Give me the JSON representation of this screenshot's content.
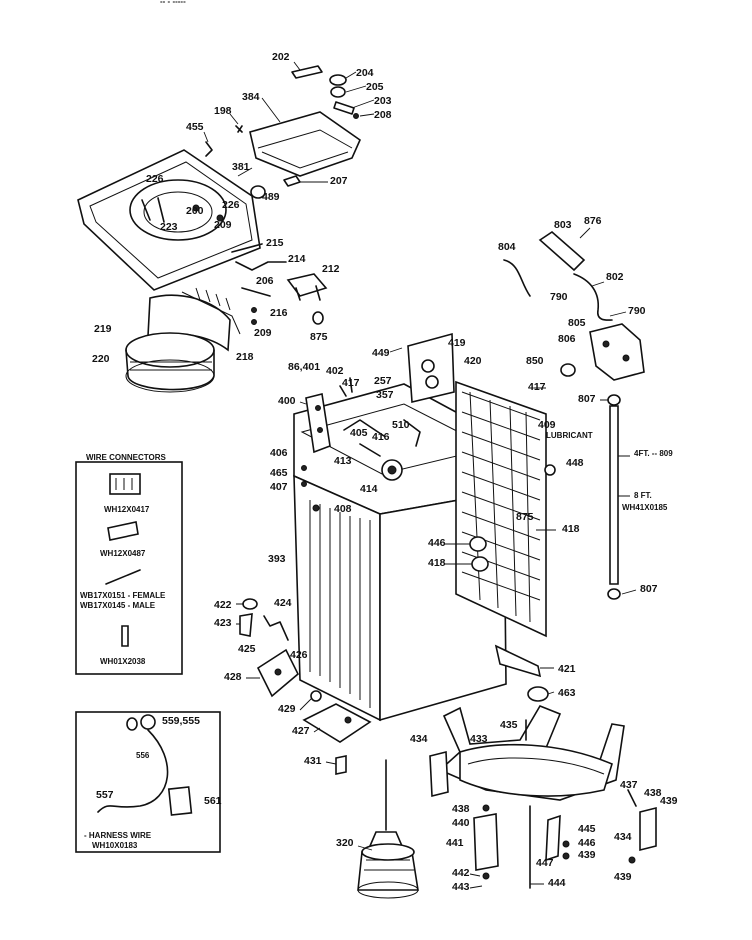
{
  "title_fragment": "-- - -----",
  "labels": {
    "l202": "202",
    "l204": "204",
    "l205": "205",
    "l203": "203",
    "l208": "208",
    "l384": "384",
    "l198": "198",
    "l455": "455",
    "l381": "381",
    "l207": "207",
    "l489": "489",
    "l226a": "226",
    "l226b": "226",
    "l223": "223",
    "l200": "200",
    "l209a": "209",
    "l215": "215",
    "l214": "214",
    "l206": "206",
    "l212": "212",
    "l216": "216",
    "l209b": "209",
    "l218": "218",
    "l875a": "875",
    "l219": "219",
    "l220": "220",
    "l803": "803",
    "l876": "876",
    "l804": "804",
    "l802": "802",
    "l790a": "790",
    "l790b": "790",
    "l805": "805",
    "l806": "806",
    "l850": "850",
    "l419": "419",
    "l449": "449",
    "l420": "420",
    "l86401": "86,401",
    "l402": "402",
    "l417a": "417",
    "l257": "257",
    "l357": "357",
    "l400": "400",
    "l417b": "417",
    "l807a": "807",
    "l405": "405",
    "l416": "416",
    "l510": "510",
    "l409": "409",
    "lub": "LUBRICANT",
    "l406": "406",
    "l413": "413",
    "l465": "465",
    "l407": "407",
    "l414": "414",
    "l408": "408",
    "l448": "448",
    "l4ft": "4FT. -- 809",
    "l8ft": "8 FT.",
    "lwh41": "WH41X0185",
    "l875b": "875",
    "l418": "418",
    "l446": "446",
    "l418b": "418",
    "l393": "393",
    "l807b": "807",
    "l422": "422",
    "l424": "424",
    "l423": "423",
    "l425": "425",
    "l426": "426",
    "l428": "428",
    "l421": "421",
    "l463": "463",
    "l429": "429",
    "l427": "427",
    "l435": "435",
    "l433": "433",
    "l434a": "434",
    "l431": "431",
    "l437": "437",
    "l438a": "438",
    "l439a": "439",
    "l438b": "438",
    "l440": "440",
    "l445": "445",
    "l446b": "446",
    "l439b": "439",
    "l434b": "434",
    "l441": "441",
    "l447": "447",
    "l320": "320",
    "l442": "442",
    "l443": "443",
    "l444": "444",
    "l439c": "439"
  },
  "wire_connectors": {
    "title": "WIRE CONNECTORS",
    "p1": "WH12X0417",
    "p2": "WH12X0487",
    "p3a": "WB17X0151 - FEMALE",
    "p3b": "WB17X0145 - MALE",
    "p4": "WH01X2038"
  },
  "harness": {
    "l559": "559,555",
    "l556": "556",
    "l557": "557",
    "l561": "561",
    "name": "- HARNESS WIRE",
    "part": "WH10X0183"
  }
}
